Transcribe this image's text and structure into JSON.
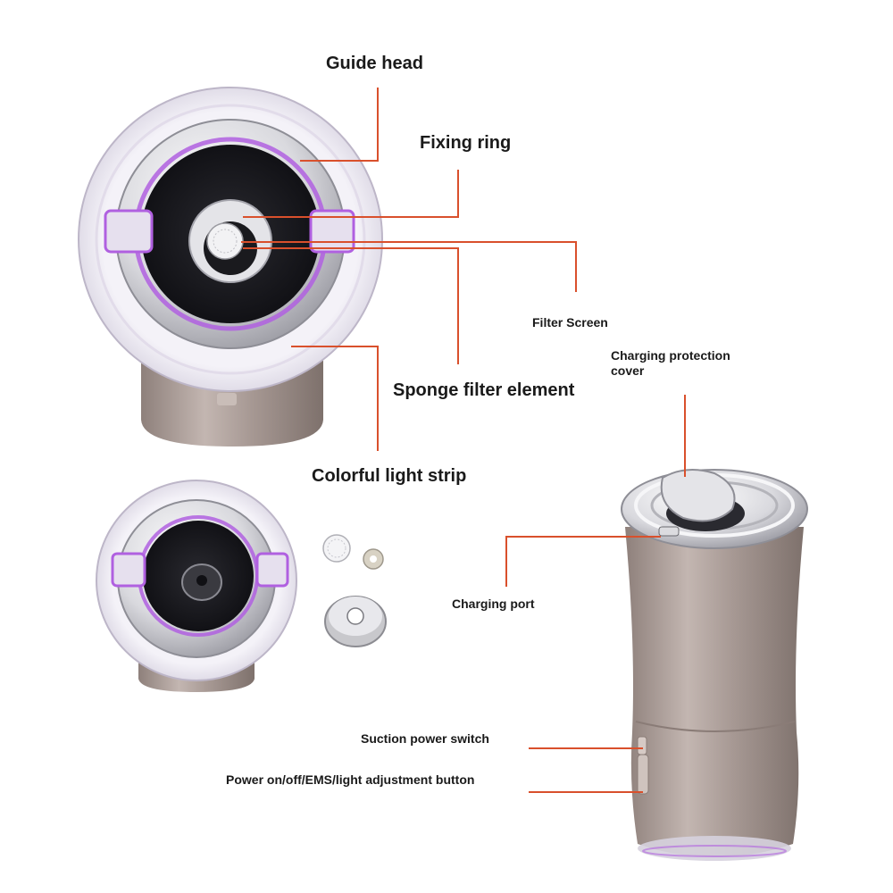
{
  "callouts": {
    "guide_head": "Guide head",
    "fixing_ring": "Fixing ring",
    "filter_screen": "Filter Screen",
    "charging_protection_cover": "Charging protection cover",
    "sponge_filter_element": "Sponge filter element",
    "colorful_light_strip": "Colorful light strip",
    "charging_port": "Charging port",
    "suction_power_switch": "Suction power switch",
    "power_button": "Power on/off/EMS/light adjustment button"
  },
  "colors": {
    "leader_line": "#d9502c",
    "body_metal": "#a89a95",
    "chrome": "#e8e8ec",
    "light_strip": "#b060e0",
    "background": "#ffffff"
  }
}
